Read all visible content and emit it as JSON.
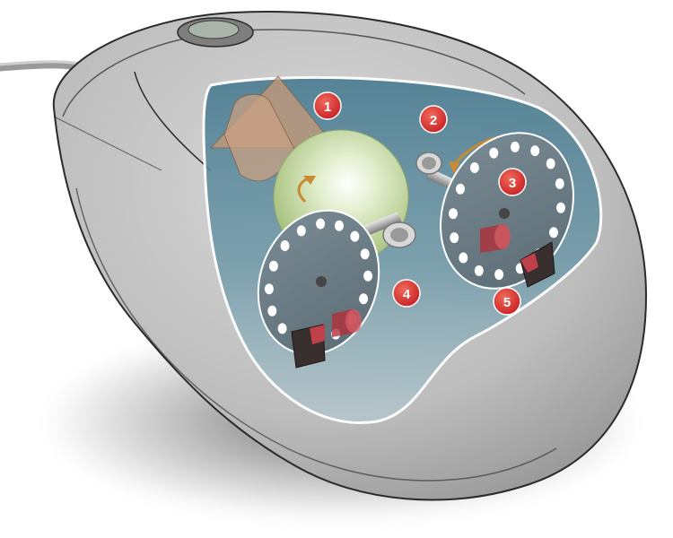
{
  "callouts": [
    {
      "id": "1",
      "part": "rollers-and-ball-holder"
    },
    {
      "id": "2",
      "part": "axle-shaft-x"
    },
    {
      "id": "3",
      "part": "encoder-wheel-x"
    },
    {
      "id": "4",
      "part": "encoder-wheel-y"
    },
    {
      "id": "5",
      "part": "photo-sensor"
    }
  ],
  "colors": {
    "mouse_body": "#b9b9b9",
    "mouse_outline": "#2a2a2a",
    "cavity": "#5f8ea0",
    "ball": "#cfe2a8",
    "callout": "#d42a2a",
    "led": "#b0303a",
    "sensor": "#3a2f2f",
    "holder": "#c99a78"
  },
  "icons": {
    "callout_marker": "red-circle-number",
    "led": "led-icon",
    "sensor": "photo-sensor-icon"
  }
}
